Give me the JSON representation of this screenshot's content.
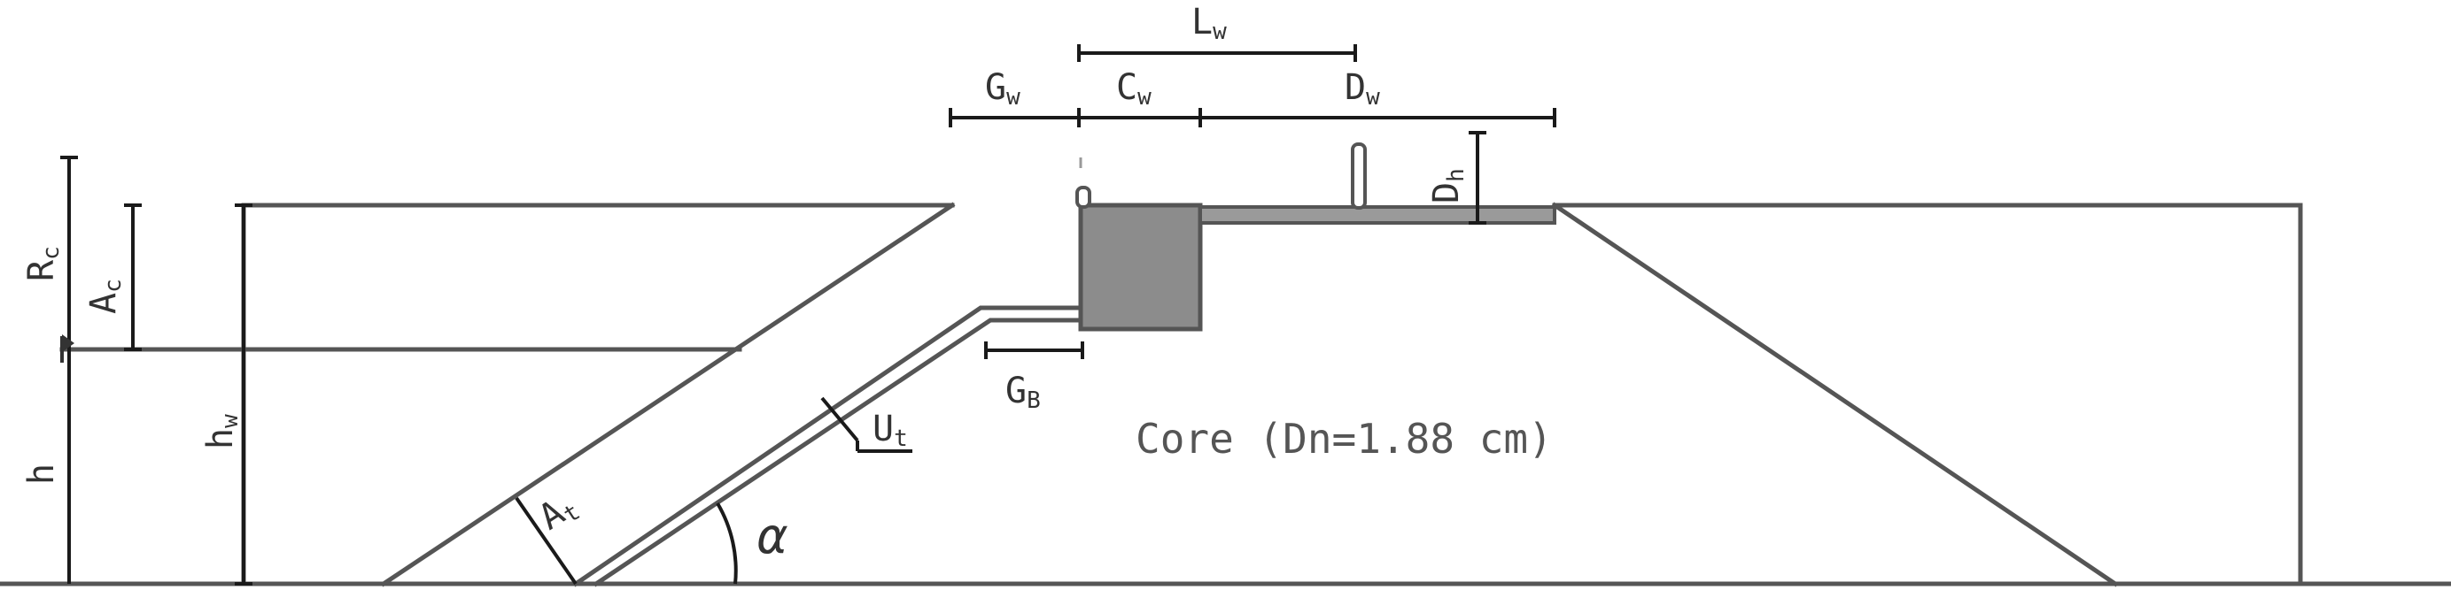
{
  "labels": {
    "Lw": {
      "main": "L",
      "sub": "w"
    },
    "Gw": {
      "main": "G",
      "sub": "w"
    },
    "Cw": {
      "main": "C",
      "sub": "w"
    },
    "Dw": {
      "main": "D",
      "sub": "w"
    },
    "Dh": {
      "main": "D",
      "sub": "h"
    },
    "Rc": {
      "main": "R",
      "sub": "c"
    },
    "Ac": {
      "main": "A",
      "sub": "c"
    },
    "hw": {
      "main": "h",
      "sub": "w"
    },
    "h": {
      "main": "h"
    },
    "Gb": {
      "main": "G",
      "sub": "B"
    },
    "Ut": {
      "main": "U",
      "sub": "t"
    },
    "At": {
      "main": "A",
      "sub": "t"
    },
    "alpha": "α",
    "core": "Core (Dn=1.88 cm)"
  },
  "colors": {
    "line": "#555555",
    "dimension": "#1a1a1a",
    "crown_wall_fill": "#8c8c8c",
    "background": "#ffffff"
  }
}
